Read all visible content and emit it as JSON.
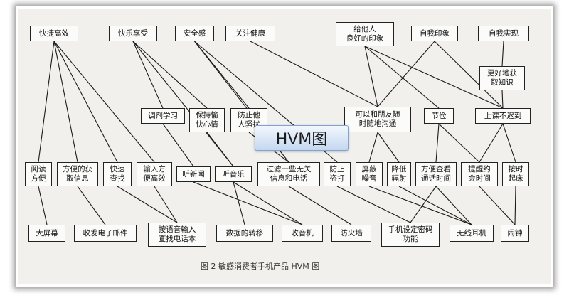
{
  "overlay_label": "HVM图",
  "caption": "图 2   敏感消费者手机产品 HVM 图",
  "nodes": {
    "v1": "快捷高效",
    "v2": "快乐享受",
    "v3": "安全感",
    "v4": "关注健康",
    "v5": "给他人\n良好的印象",
    "v6": "自我印象",
    "v7": "自我实现",
    "m1": "更好地获\n取知识",
    "c1": "调剂学习",
    "c2": "保持愉\n快心情",
    "c3": "防止他\n人骚扰",
    "c4": "可以和朋友随\n时随地沟通",
    "c5": "节俭",
    "c6": "上课不迟到",
    "f1": "阅读\n方便",
    "f2": "方便的获\n取信息",
    "f3": "快速\n查找",
    "f4": "输入方\n便高效",
    "f5": "听新闻",
    "f6": "听音乐",
    "f7": "过滤一些无关\n信息和电话",
    "f8": "防止\n盗打",
    "f9": "屏蔽\n噪音",
    "f10": "降低\n辐射",
    "f11": "方便查看\n通话时间",
    "f12": "提醒约\n会时间",
    "f13": "按时\n起床",
    "a1": "大屏幕",
    "a2": "收发电子邮件",
    "a3": "按语音输入\n查找电话本",
    "a4": "数据的转移",
    "a5": "收音机",
    "a6": "防火墙",
    "a7": "手机设定密码\n功能",
    "a8": "无线耳机",
    "a9": "闹钟"
  }
}
